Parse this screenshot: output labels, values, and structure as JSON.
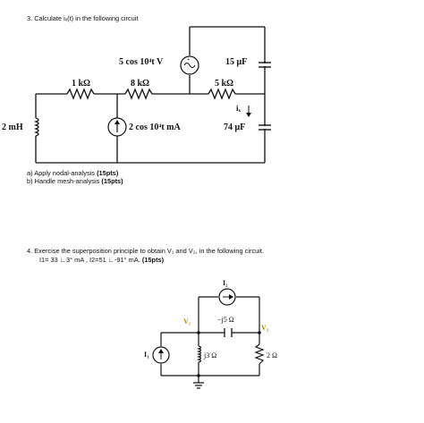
{
  "q3": {
    "title": "3.  Calculate iₓ(t) in the following circuit",
    "source_v": "5 cos 10⁴t V",
    "c15": "15 μF",
    "r1k": "1 kΩ",
    "r8k": "8 kΩ",
    "r5k": "5 kΩ",
    "ix": "iₓ",
    "l2m": "2 mH",
    "source_i": "2 cos 10⁴t mA",
    "c74": "74 μF",
    "part_a_text": "a)  Apply nodal-analysis ",
    "part_a_pts": "(15pts)",
    "part_b_text": "b)  Handle mesh-analysis ",
    "part_b_pts": "(15pts)"
  },
  "q4": {
    "line1": "4.   Exercise the superposition principle to obtain V₁ and V₂, in the following circuit.",
    "line2_text": "I1= 33 ∟3° mA  , I2=51 ∟-91° mA. ",
    "line2_pts": "(15pts)",
    "I2": "I₂",
    "V1": "V₁",
    "V2": "V₂",
    "cap": "−j5 Ω",
    "I1": "I₁",
    "ind": "j3 Ω",
    "res": "2 Ω"
  }
}
